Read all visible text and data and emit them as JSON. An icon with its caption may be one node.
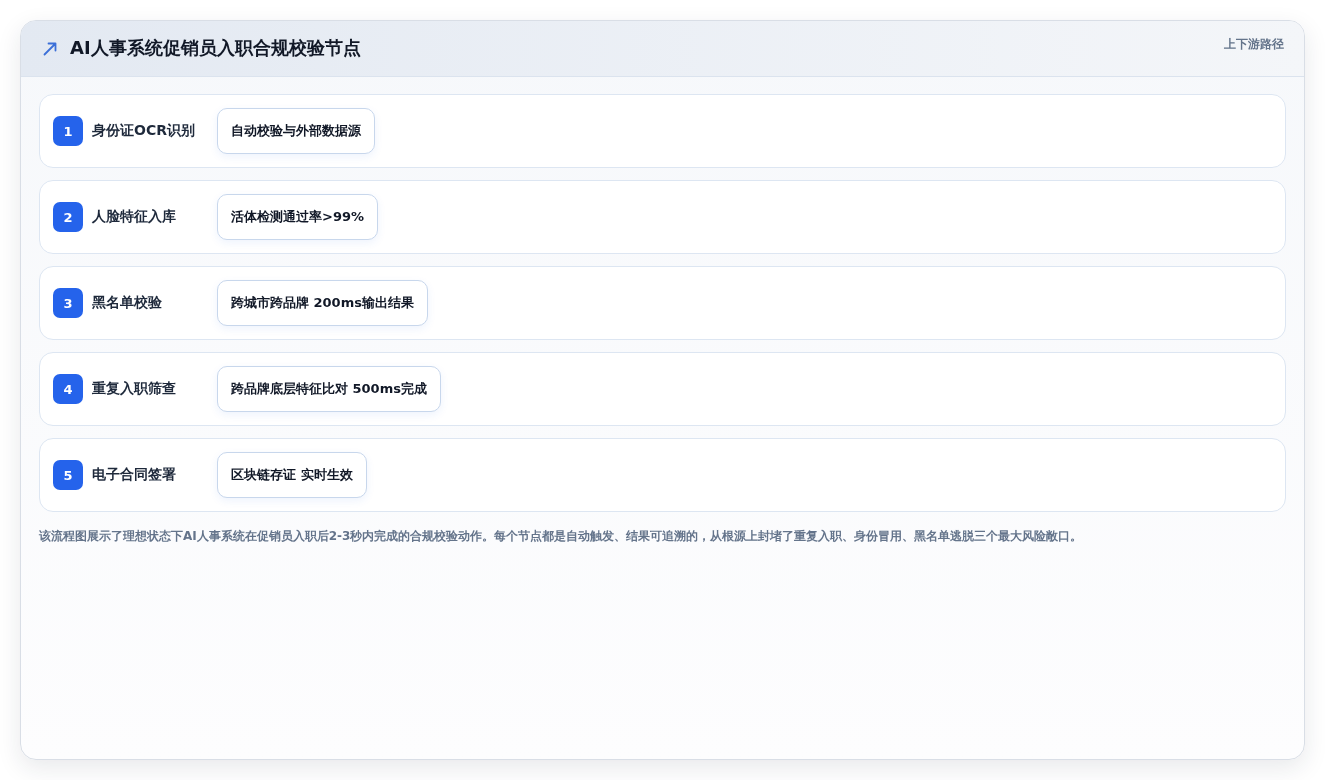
{
  "diagram": {
    "title": "AI人事系统促销员入职合规校验节点",
    "caption": "该流程图展示了理想状态下AI人事系统在促销员入职后2-3秒内完成的合规校验动作。每个节点都是自动触发、结果可追溯的，从根源上封堵了重复入职、身份冒用、黑名单逃脱三个最大风险敞口。",
    "nodes": [
      {
        "text": [
          "身份证OCR识别"
        ]
      },
      {
        "text": [
          "1"
        ],
        "in": 0
      },
      {
        "text": [
          "自动校验与外部数据源"
        ],
        "in": 0
      },
      {
        "text": [
          "人脸特征入库"
        ]
      },
      {
        "text": [
          "2"
        ],
        "in": 3
      },
      {
        "text": [
          "活体检测通过率>99%"
        ],
        "in": 3
      },
      {
        "text": [
          "黑名单校验"
        ]
      },
      {
        "text": [
          "3"
        ],
        "in": 6
      },
      {
        "text": [
          "跨城市跨品牌 200ms输出结果"
        ],
        "in": 6
      },
      {
        "text": [
          "重复入职筛查"
        ]
      },
      {
        "text": [
          "4"
        ],
        "in": 9
      },
      {
        "text": [
          "跨品牌底层特征比对 500ms完成"
        ],
        "in": 9
      },
      {
        "text": [
          "电子合同签署"
        ]
      },
      {
        "text": [
          "5"
        ],
        "in": 12
      },
      {
        "text": [
          "区块链存证 实时生效"
        ],
        "in": 12
      }
    ],
    "labels": [
      "上下游路径"
    ]
  }
}
